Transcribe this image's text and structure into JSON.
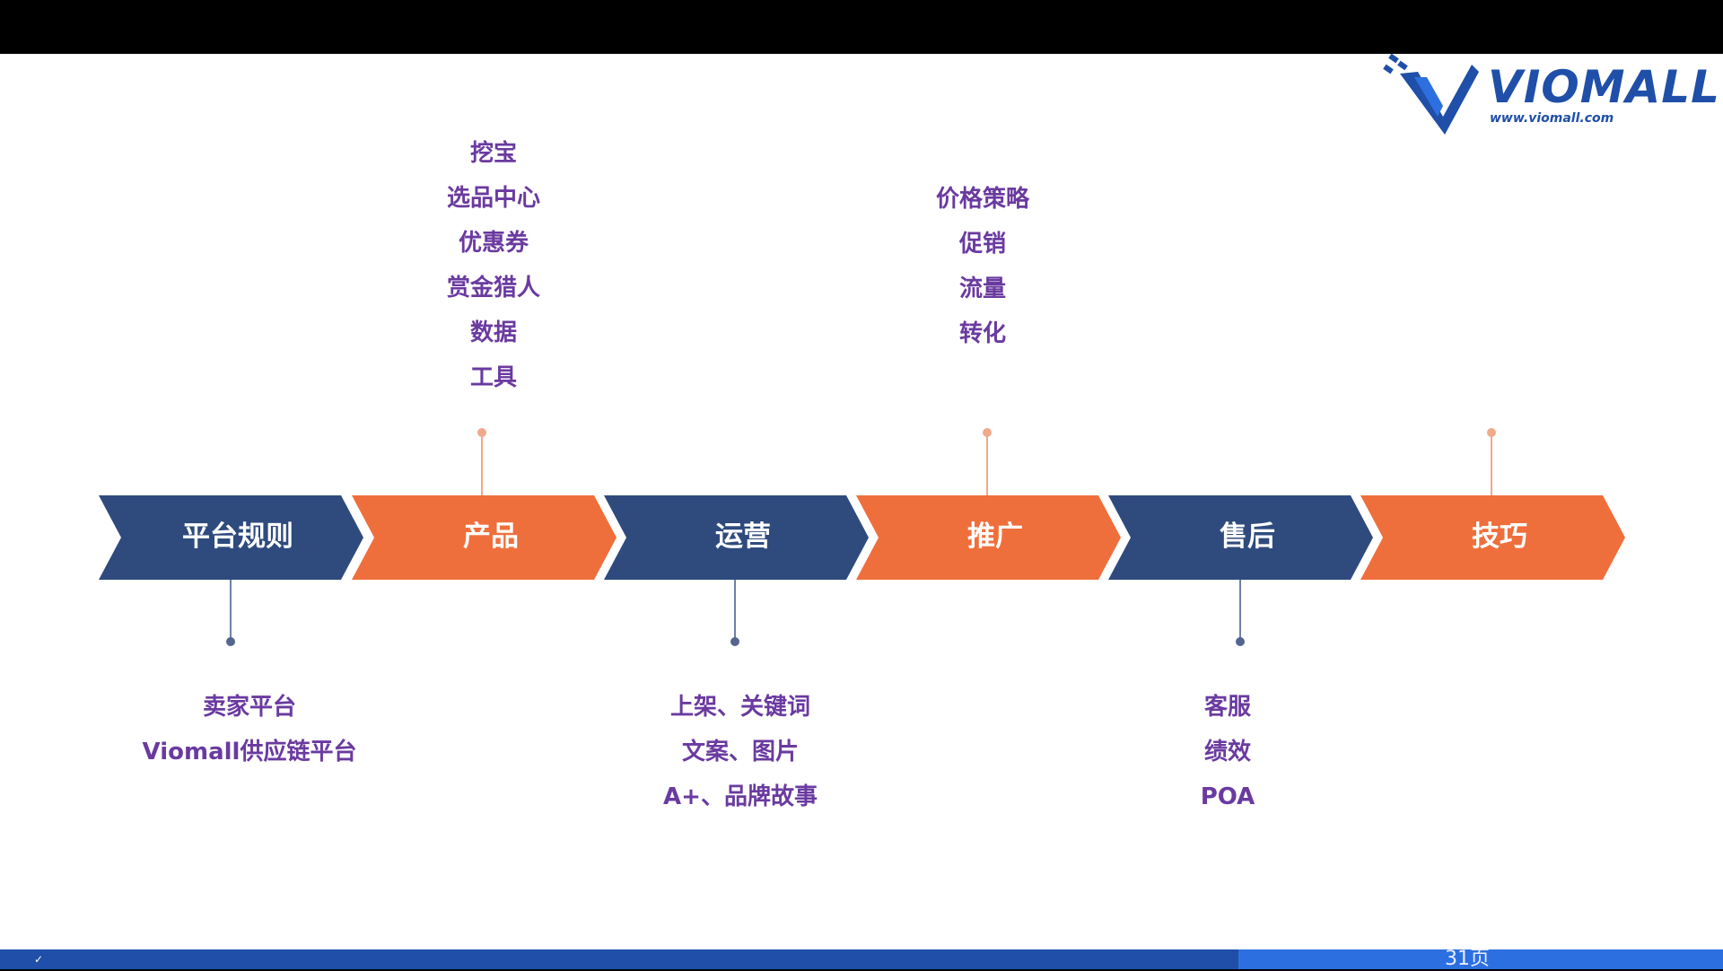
{
  "logo": {
    "name": "VIOMALL",
    "url": "www.viomall.com",
    "colors": {
      "primary": "#1f4fa8",
      "accent": "#1e6fe6"
    }
  },
  "colors": {
    "navy": "#2f4b7e",
    "orange": "#ef6f3c",
    "text": "#6a3aa0",
    "connector_orange": "#f0a98a",
    "connector_navy": "#6f7fa6"
  },
  "stages": [
    {
      "label": "平台规则",
      "color": "navy"
    },
    {
      "label": "产品",
      "color": "orange"
    },
    {
      "label": "运营",
      "color": "navy"
    },
    {
      "label": "推广",
      "color": "orange"
    },
    {
      "label": "售后",
      "color": "navy"
    },
    {
      "label": "技巧",
      "color": "orange"
    }
  ],
  "notes": {
    "platform_rules": [
      "卖家平台",
      "Viomall供应链平台"
    ],
    "product": [
      "挖宝",
      "选品中心",
      "优惠券",
      "赏金猎人",
      "数据",
      "工具"
    ],
    "operations": [
      "上架、关键词",
      "文案、图片",
      "A+、品牌故事"
    ],
    "promotion": [
      "价格策略",
      "促销",
      "流量",
      "转化"
    ],
    "after_sales": [
      "客服",
      "绩效",
      "POA"
    ]
  },
  "footer": {
    "page_text": "31页"
  }
}
